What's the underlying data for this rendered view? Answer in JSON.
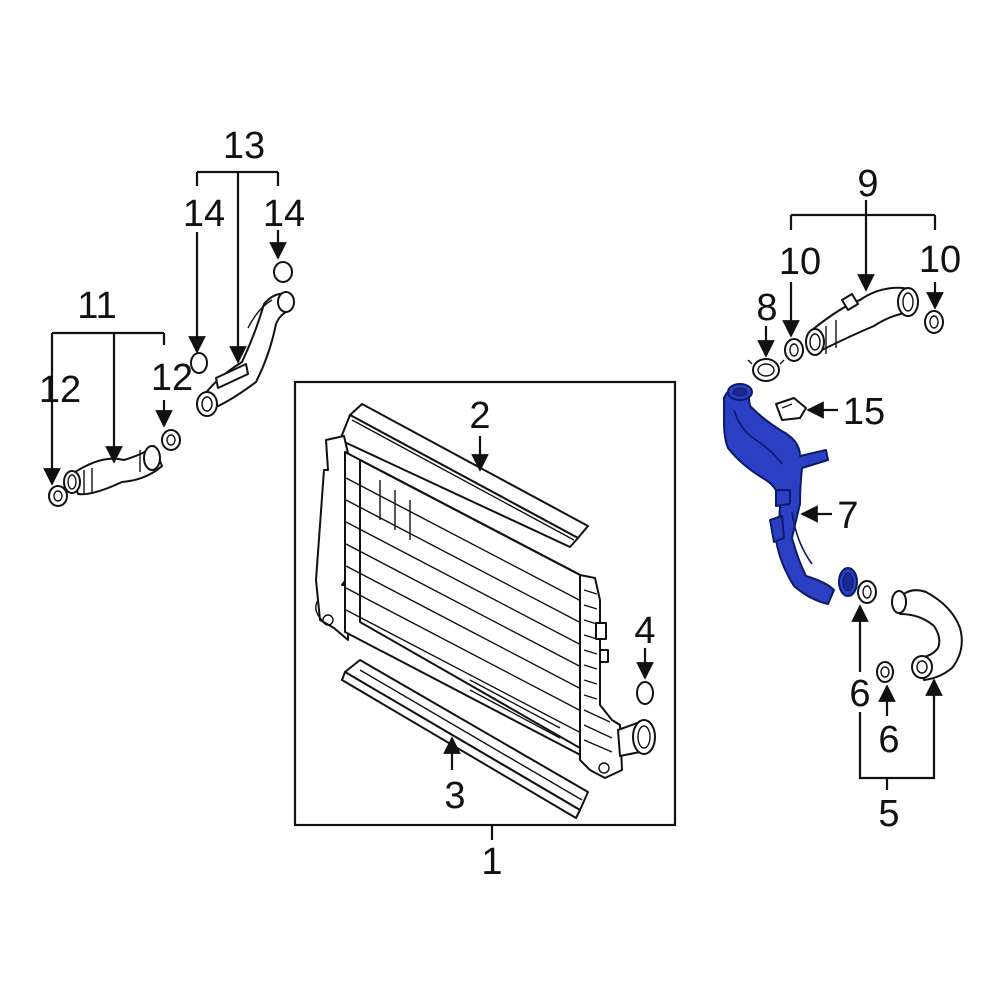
{
  "diagram": {
    "highlight_color": "#2b3fc4",
    "line_color": "#111111",
    "background": "#ffffff",
    "highlighted_part": "7",
    "callouts": {
      "c1": "1",
      "c2": "2",
      "c3": "3",
      "c4": "4",
      "c5": "5",
      "c6a": "6",
      "c6b": "6",
      "c7": "7",
      "c8": "8",
      "c9": "9",
      "c10a": "10",
      "c10b": "10",
      "c11": "11",
      "c12a": "12",
      "c12b": "12",
      "c13": "13",
      "c14a": "14",
      "c14b": "14",
      "c15": "15"
    }
  }
}
